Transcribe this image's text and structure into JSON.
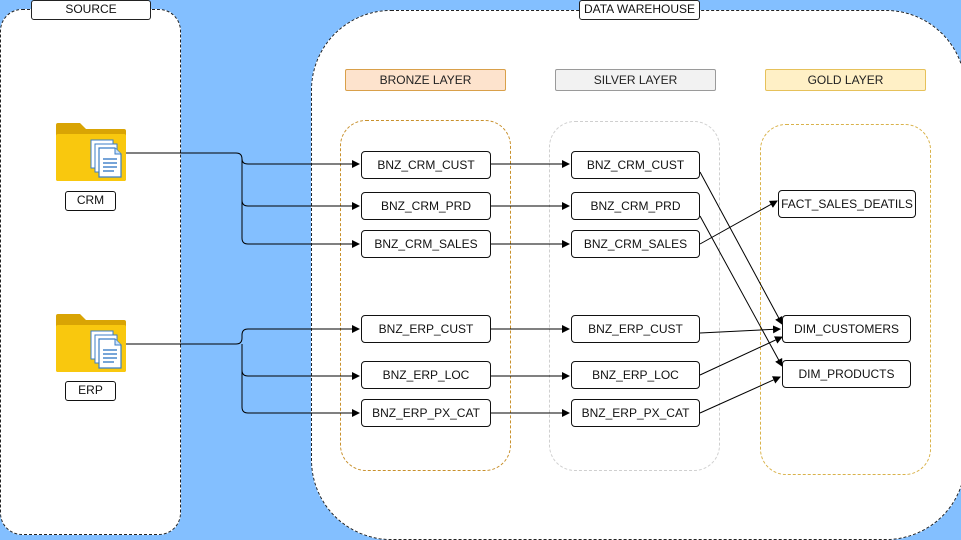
{
  "panels": {
    "source": "SOURCE",
    "warehouse": "DATA WAREHOUSE"
  },
  "layers": {
    "bronze": "BRONZE LAYER",
    "silver": "SILVER LAYER",
    "gold": "GOLD LAYER"
  },
  "sources": {
    "crm": "CRM",
    "erp": "ERP"
  },
  "bronze": {
    "crm_cust": "BNZ_CRM_CUST",
    "crm_prd": "BNZ_CRM_PRD",
    "crm_sales": "BNZ_CRM_SALES",
    "erp_cust": "BNZ_ERP_CUST",
    "erp_loc": "BNZ_ERP_LOC",
    "erp_px_cat": "BNZ_ERP_PX_CAT"
  },
  "silver": {
    "crm_cust": "BNZ_CRM_CUST",
    "crm_prd": "BNZ_CRM_PRD",
    "crm_sales": "BNZ_CRM_SALES",
    "erp_cust": "BNZ_ERP_CUST",
    "erp_loc": "BNZ_ERP_LOC",
    "erp_px_cat": "BNZ_ERP_PX_CAT"
  },
  "gold": {
    "fact_sales": "FACT_SALES_DEATILS",
    "dim_customers": "DIM_CUSTOMERS",
    "dim_products": "DIM_PRODUCTS"
  },
  "colors": {
    "background": "#83bfff",
    "folder_yellow": "#f9c80e",
    "folder_dark": "#d9a404",
    "doc_blue": "#3b7ec7"
  }
}
